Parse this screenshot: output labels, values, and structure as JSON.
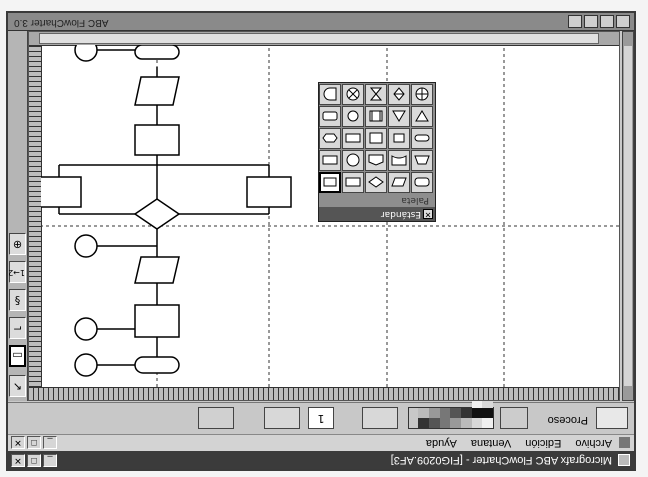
{
  "window": {
    "title": "Micrografx ABC FlowCharter - [FIG0209.AF3]",
    "window_buttons": [
      "_",
      "□",
      "✕"
    ]
  },
  "menubar": {
    "items": [
      "Archivo",
      "Edición",
      "Ventana",
      "Ayuda"
    ],
    "doc_buttons": [
      "_",
      "□",
      "✕"
    ]
  },
  "toolbar": {
    "shape_label": "Proceso",
    "number_value": "1"
  },
  "palette": {
    "title": "Estándar",
    "label": "Paleta",
    "close": "✕"
  },
  "statusbar": {
    "app_title": "ABC FlowCharter 3.0"
  },
  "tools": [
    {
      "icon": "pointer-icon",
      "glyph": "↖"
    },
    {
      "icon": "shape-tool-icon",
      "glyph": "▭"
    },
    {
      "icon": "line-tool-icon",
      "glyph": "⌐"
    },
    {
      "icon": "connector-tool-icon",
      "glyph": "§"
    },
    {
      "icon": "number-tool-icon",
      "glyph": "1→2"
    },
    {
      "icon": "zoom-tool-icon",
      "glyph": "⊕"
    }
  ],
  "colors": {
    "title_bar": "#3b3b3b",
    "canvas": "#ffffff",
    "window_face": "#c9c9c9"
  }
}
